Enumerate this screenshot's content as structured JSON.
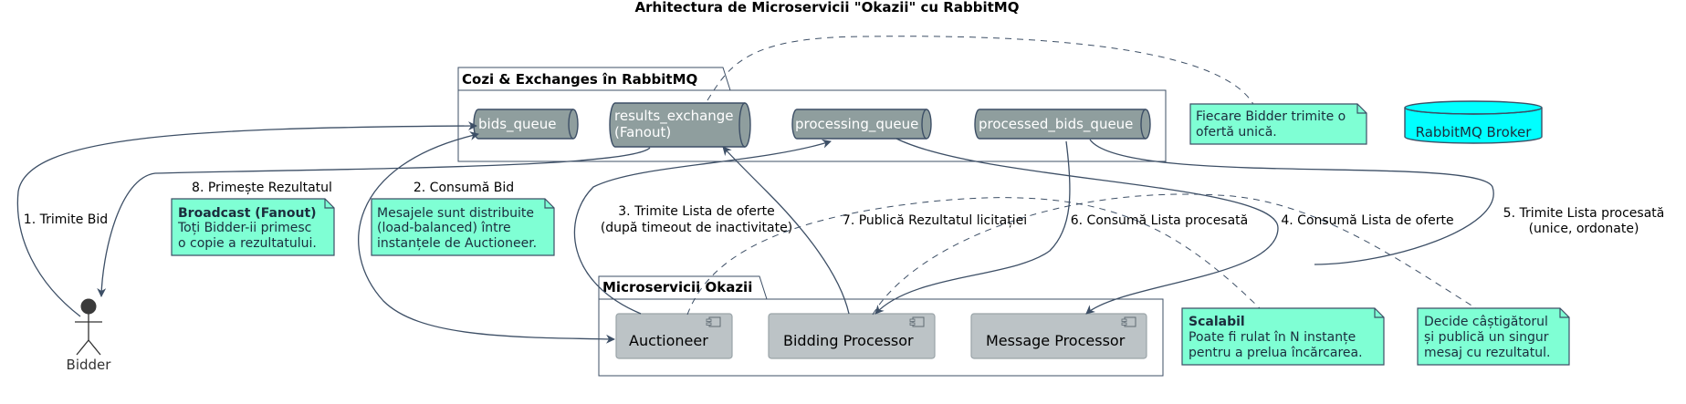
{
  "title": "Arhitectura de Microservicii \"Okazii\" cu RabbitMQ",
  "packages": {
    "rabbitmq": "Cozi & Exchanges în RabbitMQ",
    "microservices": "Microservicii Okazii"
  },
  "queues": {
    "bids_queue": "bids_queue",
    "results_exchange_line1": "results_exchange",
    "results_exchange_line2": "(Fanout)",
    "processing_queue": "processing_queue",
    "processed_bids_queue": "processed_bids_queue"
  },
  "components": {
    "auctioneer": "Auctioneer",
    "bidding_processor": "Bidding Processor",
    "message_processor": "Message Processor"
  },
  "actor": "Bidder",
  "broker": "RabbitMQ Broker",
  "edges": {
    "e1": "1. Trimite Bid",
    "e2": "2. Consumă Bid",
    "e3_line1": "3. Trimite Lista de oferte",
    "e3_line2": "(după timeout de inactivitate)",
    "e4": "4. Consumă Lista de oferte",
    "e5_line1": "5. Trimite Lista procesată",
    "e5_line2": "(unice, ordonate)",
    "e6": "6. Consumă Lista procesată",
    "e7": "7. Publică Rezultatul licitației",
    "e8": "8. Primește Rezultatul"
  },
  "notes": {
    "bidder_unique": [
      "Fiecare Bidder trimite o",
      "ofertă unică."
    ],
    "broadcast_title": "Broadcast (Fanout)",
    "broadcast_body": [
      "Toți Bidder-ii primesc",
      "o copie a rezultatului."
    ],
    "loadbalanced": [
      "Mesajele sunt distribuite",
      "(load-balanced) între",
      "instanțele de Auctioneer."
    ],
    "scalable_title": "Scalabil",
    "scalable_body": [
      "Poate fi rulat în N instanțe",
      "pentru a prelua încărcarea."
    ],
    "winner": [
      "Decide câștigătorul",
      "și publică un singur",
      "mesaj cu rezultatul."
    ]
  },
  "colors": {
    "queue_fill": "#8f9e9e",
    "component_fill": "#bcc3c6",
    "note_fill": "#7fffd4",
    "broker_fill": "#00ffff",
    "edge": "#3d4f66"
  }
}
